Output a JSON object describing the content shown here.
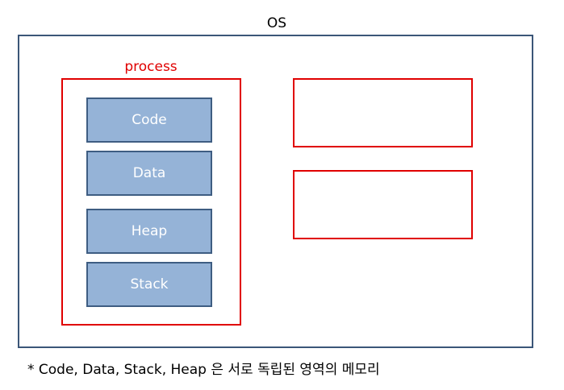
{
  "os": {
    "label": "OS"
  },
  "process": {
    "label": "process",
    "segments": [
      {
        "label": "Code"
      },
      {
        "label": "Data"
      },
      {
        "label": "Heap"
      },
      {
        "label": "Stack"
      }
    ]
  },
  "footnote": "* Code, Data, Stack, Heap 은 서로 독립된 영역의 메모리",
  "colors": {
    "os_border": "#3b5678",
    "process_border": "#e00000",
    "segment_fill": "#95b3d7",
    "segment_border": "#3e5d82",
    "segment_text": "#ffffff"
  }
}
